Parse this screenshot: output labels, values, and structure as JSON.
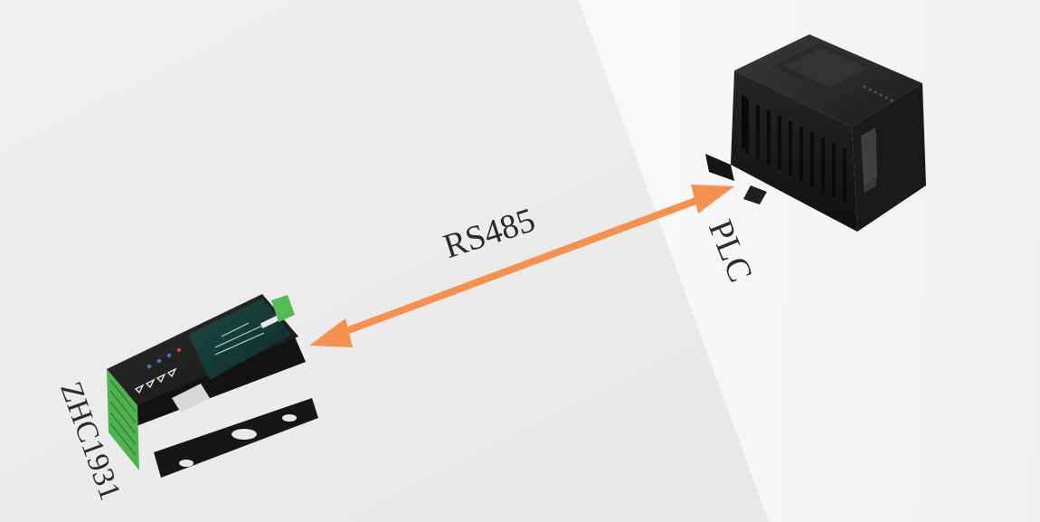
{
  "diagram": {
    "link_label": "RS485",
    "device_right_label": "PLC",
    "device_left_label": "ZHC1931",
    "arrow_color": "#f5904f",
    "arrow_type": "bidirectional",
    "background_colors": [
      "#f7f7f7",
      "#ececec"
    ],
    "device_right_icon": "plc-module-icon",
    "device_left_icon": "serial-to-ethernet-gateway-icon"
  }
}
